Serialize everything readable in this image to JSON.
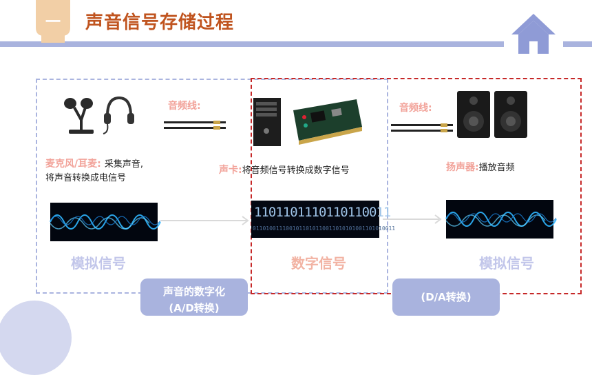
{
  "header": {
    "section_number": "一",
    "title": "声音信号存储过程"
  },
  "stage1": {
    "device_label": "麦克风/耳麦:",
    "device_desc_line1": "采集声音,",
    "device_desc_line2": "将声音转换成电信号",
    "signal_label": "模拟信号"
  },
  "cable_left": {
    "label": "音频线:"
  },
  "stage2": {
    "device_label": "声卡:",
    "device_desc": "将音频信号转换成数字信号",
    "binary_line1": "1101101110110110011",
    "binary_line2": "0110100111001011010110011010101001101010011",
    "signal_label": "数字信号"
  },
  "cable_right": {
    "label": "音频线:"
  },
  "stage3": {
    "device_label": "扬声器:",
    "device_desc": "播放音频",
    "signal_label": "模拟信号"
  },
  "buttons": {
    "ad_line1": "声音的数字化",
    "ad_line2": "(A/D转换)",
    "da_label": "(D/A转换)"
  },
  "colors": {
    "accent_blue": "#a9b3de",
    "title_orange": "#c0541f",
    "label_pink": "#f2a39a",
    "border_red": "#c62828",
    "wave_glow": "#2fb6ff"
  }
}
